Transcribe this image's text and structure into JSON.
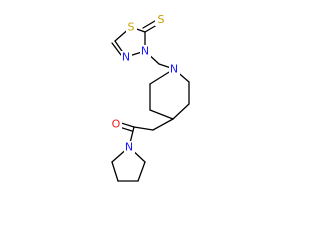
{
  "molecule": {
    "atoms": {
      "s_thione": {
        "symbol": "S",
        "color": "#c8a000"
      },
      "s_ring": {
        "symbol": "S",
        "color": "#c8a000"
      },
      "n_thiadiazole_1": {
        "symbol": "N",
        "color": "#1a1aff"
      },
      "n_thiadiazole_2": {
        "symbol": "N",
        "color": "#1a1aff"
      },
      "n_piperidine": {
        "symbol": "N",
        "color": "#1a1aff"
      },
      "n_pyrrolidine": {
        "symbol": "N",
        "color": "#1a1aff"
      },
      "o_carbonyl": {
        "symbol": "O",
        "color": "#ff1a1a"
      }
    }
  }
}
